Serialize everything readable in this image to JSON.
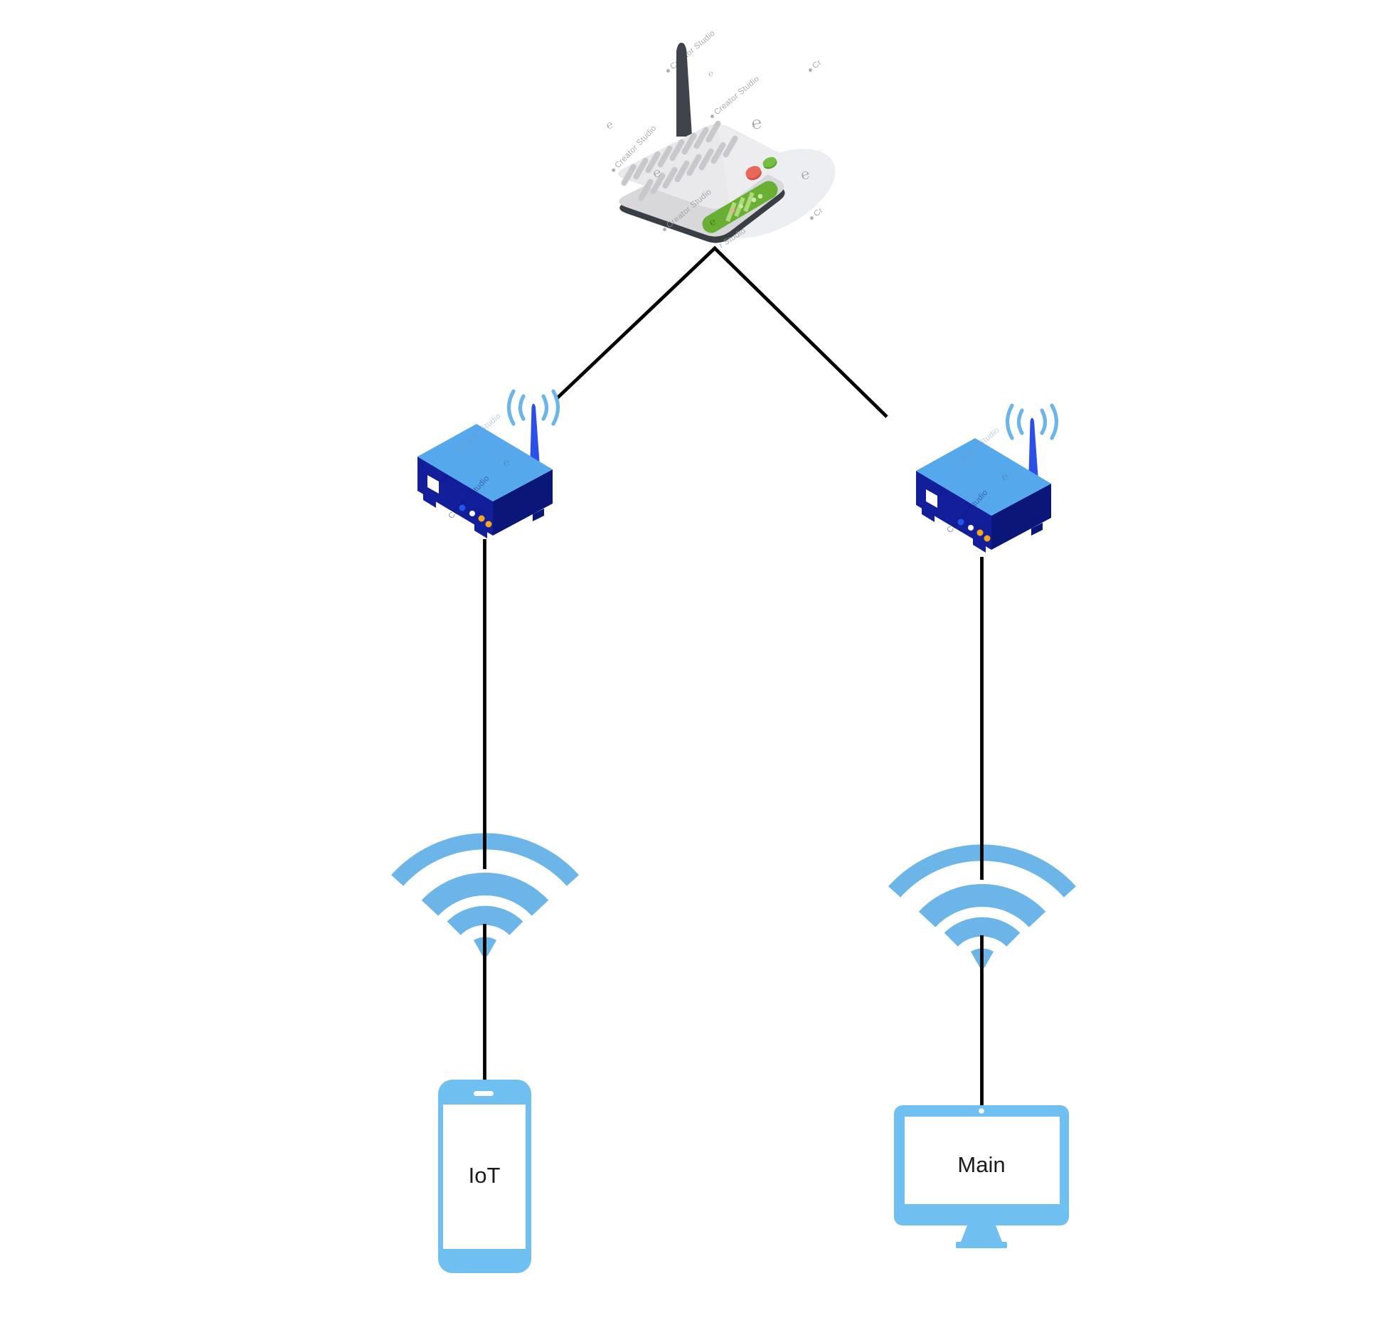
{
  "diagram": {
    "type": "network-topology",
    "background": "#ffffff",
    "connection_color": "#000000",
    "nodes": {
      "modem": {
        "name": "modem-gateway",
        "body_color": "#e9e9ec",
        "side_color": "#d8d8db",
        "base_color": "#383e44",
        "antenna_color": "#3e444a",
        "vent_color": "#c8c8cc",
        "led_panel_color": "#69af33",
        "power_button_color": "#e8685c",
        "status_button_color": "#74be43",
        "shadow_color": "#edeef1"
      },
      "router_left": {
        "name": "wifi-router",
        "top_color": "#55a8eb",
        "front_color": "#131e9b",
        "side_color": "#0a1778",
        "antenna_color": "#2c50e5",
        "arc_color": "#6cb5e9",
        "port_colors": [
          "#2356e8",
          "#ffffff",
          "#f5a81c",
          "#f5a81c"
        ]
      },
      "router_right": {
        "name": "wifi-router"
      },
      "wifi_left": {
        "name": "wifi-signal",
        "color": "#6cb5e9"
      },
      "wifi_right": {
        "name": "wifi-signal",
        "color": "#6cb5e9"
      },
      "phone": {
        "name": "smartphone",
        "label": "IoT",
        "color": "#6fc0f0"
      },
      "monitor": {
        "name": "desktop-monitor",
        "label": "Main",
        "color": "#6fc0f0"
      }
    },
    "edges": [
      {
        "from": "modem",
        "to": "router_left"
      },
      {
        "from": "modem",
        "to": "router_right"
      },
      {
        "from": "router_left",
        "to": "wifi_left"
      },
      {
        "from": "wifi_left",
        "to": "phone"
      },
      {
        "from": "router_right",
        "to": "wifi_right"
      },
      {
        "from": "wifi_right",
        "to": "monitor"
      }
    ],
    "watermark": {
      "brand": "Creator Studio",
      "logo_glyph": "℮",
      "fragment_cr": "Cr",
      "fragment_studio": "r Studio",
      "color": "#95989d"
    }
  }
}
